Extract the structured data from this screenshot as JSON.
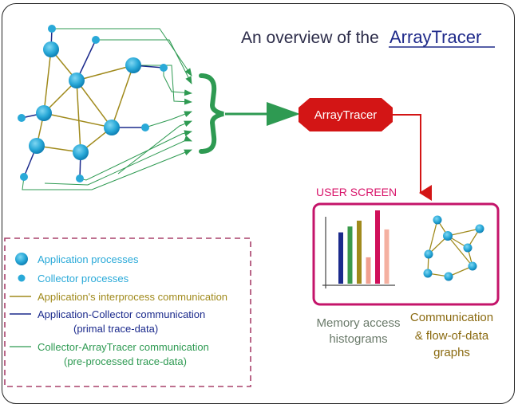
{
  "title": {
    "prefix": "An overview of the",
    "name": "ArrayTracer"
  },
  "tracer_box": {
    "label": "ArrayTracer"
  },
  "user_screen": {
    "label": "USER SCREEN",
    "histogram_caption": [
      "Memory access",
      "histograms"
    ],
    "graph_caption": [
      "Communication",
      "& flow-of-data",
      "graphs"
    ]
  },
  "legend": {
    "application_processes": "Application processes",
    "collector_processes": "Collector processes",
    "interprocess": "Application's interprocess communication",
    "app_collector": "Application-Collector communication",
    "app_collector_note": "(primal trace-data)",
    "collector_tracer": "Collector-ArrayTracer communication",
    "collector_tracer_note": "(pre-processed trace-data)"
  },
  "colors": {
    "node": "#29a9d8",
    "node_dark": "#0e7fb3",
    "app_link": "#a08a1c",
    "collector_link": "#1b2a8c",
    "tracer_link": "#2e9a52",
    "tracer_box": "#d31515",
    "screen_border": "#c4146a",
    "screen_label": "#d8146a",
    "legend_border": "#a8406a",
    "title_dark": "#2d2d4a",
    "title_name": "#1f2a8a",
    "caption_gray": "#6a7a6a",
    "caption_olive": "#8a6a10"
  },
  "histogram_bars": [
    {
      "value": 0.7,
      "color": "#1b2a8c"
    },
    {
      "value": 0.78,
      "color": "#3a9a4a"
    },
    {
      "value": 0.86,
      "color": "#a08a1c"
    },
    {
      "value": 0.36,
      "color": "#f0a090"
    },
    {
      "value": 1.0,
      "color": "#d0105a"
    },
    {
      "value": 0.74,
      "color": "#f4b0a0"
    }
  ]
}
